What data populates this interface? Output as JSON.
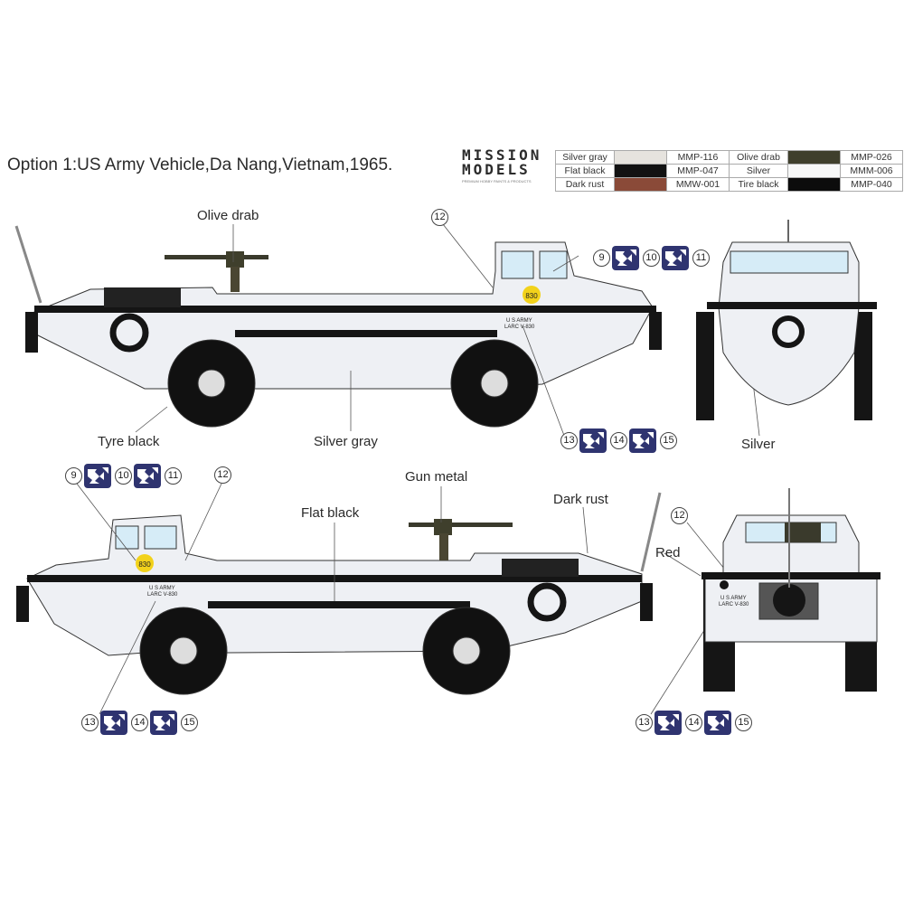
{
  "option_title": "Option 1:US Army Vehicle,Da Nang,Vietnam,1965.",
  "logo": {
    "line1": "MISSION",
    "line2": "MODELS",
    "tagline": "PREMIUM HOBBY PAINTS & PRODUCTS"
  },
  "paint_table": [
    [
      {
        "name": "Silver gray",
        "color": "#e6e3de",
        "code": "MMP-116"
      },
      {
        "name": "Olive drab",
        "color": "#3f3f2c",
        "code": "MMP-026"
      }
    ],
    [
      {
        "name": "Flat black",
        "color": "#121212",
        "code": "MMP-047"
      },
      {
        "name": "Silver",
        "color": "#f7f8f8",
        "code": "MMM-006"
      }
    ],
    [
      {
        "name": "Dark rust",
        "color": "#8a4a38",
        "code": "MMW-001"
      },
      {
        "name": "Tire black",
        "color": "#0c0c0c",
        "code": "MMP-040"
      }
    ]
  ],
  "callouts": {
    "olive_drab": "Olive drab",
    "tyre_black": "Tyre black",
    "silver_gray": "Silver gray",
    "silver": "Silver",
    "gun_metal": "Gun metal",
    "flat_black": "Flat black",
    "dark_rust": "Dark rust",
    "red": "Red"
  },
  "decal_numbers": {
    "n9": "9",
    "n10": "10",
    "n11": "11",
    "n12": "12",
    "n13": "13",
    "n14": "14",
    "n15": "15"
  },
  "vehicle_markings": {
    "hull_number": "830",
    "unit_line1": "U S ARMY",
    "unit_line2": "LARC V-830"
  },
  "colors": {
    "decal_blue": "#2f3470",
    "hull_body": "#eef0f4",
    "hull_yellow_disc": "#f2d21b"
  }
}
